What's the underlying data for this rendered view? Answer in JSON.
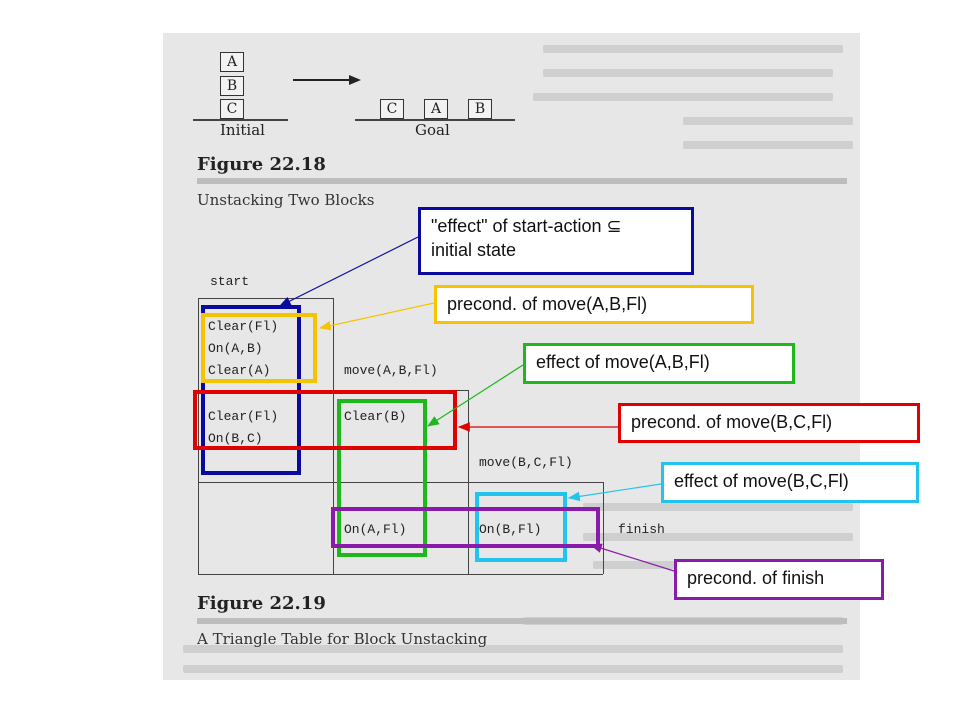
{
  "figure_22_18": {
    "blocks_initial": [
      "A",
      "B",
      "C"
    ],
    "blocks_goal": [
      "C",
      "A",
      "B"
    ],
    "initial_label": "Initial",
    "goal_label": "Goal",
    "title": "Figure 22.18",
    "subtitle": "Unstacking Two Blocks"
  },
  "figure_22_19": {
    "title": "Figure 22.19",
    "subtitle": "A Triangle Table for Block Unstacking",
    "start_label": "start",
    "cells": {
      "start_preconds": [
        "Clear(Fl)",
        "On(A,B)",
        "Clear(A)"
      ],
      "start_row2": [
        "Clear(Fl)",
        "On(B,C)"
      ],
      "move1_header": "move(A,B,Fl)",
      "move1_effect": "Clear(B)",
      "move2_header": "move(B,C,Fl)",
      "finish_row": [
        "On(A,Fl)",
        "On(B,Fl)"
      ],
      "finish_label": "finish"
    }
  },
  "callouts": {
    "start_effect": {
      "line1": "\"effect\" of start-action ⊆",
      "line2": "initial state",
      "color": "#0a0aa0"
    },
    "precond_move_a": {
      "text": "precond. of move(A,B,Fl)",
      "color": "#f5c400"
    },
    "effect_move_a": {
      "text": "effect of move(A,B,Fl)",
      "color": "#1cb81c"
    },
    "precond_move_b": {
      "text": "precond. of move(B,C,Fl)",
      "color": "#e00000"
    },
    "effect_move_b": {
      "text": "effect of move(B,C,Fl)",
      "color": "#22c4ee"
    },
    "precond_finish": {
      "text": "precond. of finish",
      "color": "#8a1aa8"
    }
  }
}
